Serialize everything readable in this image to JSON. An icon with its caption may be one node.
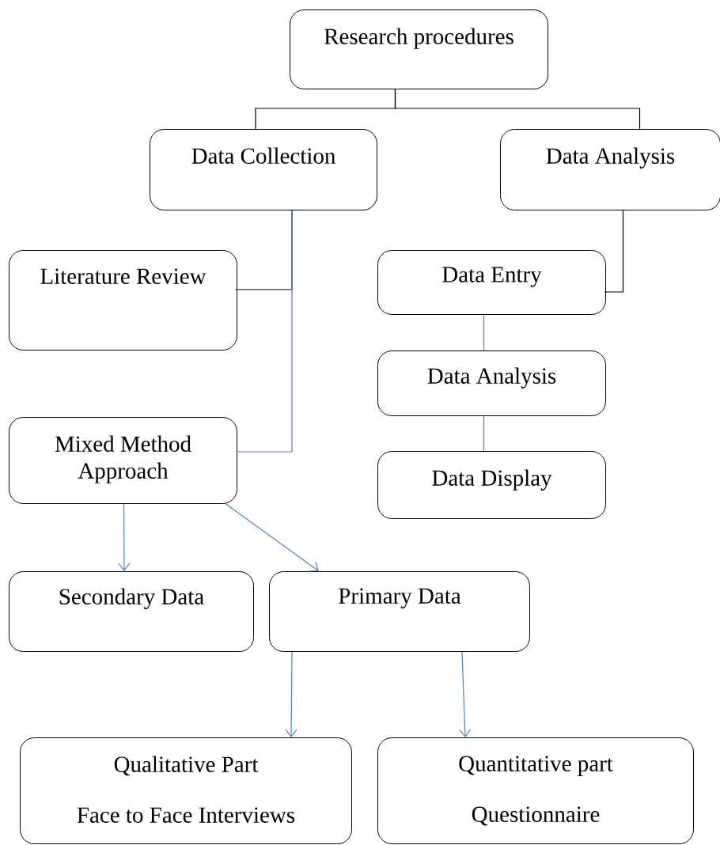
{
  "diagram": {
    "nodes": [
      {
        "text": [
          "Research procedures"
        ]
      },
      {
        "text": [
          "Data Collection"
        ]
      },
      {
        "text": [
          "Data Analysis"
        ]
      },
      {
        "text": [
          "Literature Review"
        ]
      },
      {
        "text": [
          "Mixed Method Approach"
        ]
      },
      {
        "text": [
          "Data Entry"
        ]
      },
      {
        "text": [
          "Data Analysis"
        ]
      },
      {
        "text": [
          "Data Display"
        ]
      },
      {
        "text": [
          "Secondary Data"
        ]
      },
      {
        "text": [
          "Primary Data"
        ]
      },
      {
        "text": [
          "Qualitative Part",
          "Face to Face Interviews"
        ]
      },
      {
        "text": [
          "Quantitative part",
          "Questionnaire"
        ]
      }
    ],
    "edges": [
      {
        "from": 0,
        "to": 1,
        "arrow": "none",
        "color": "#000000"
      },
      {
        "from": 0,
        "to": 2,
        "arrow": "none",
        "color": "#000000"
      },
      {
        "from": 1,
        "to": 3,
        "arrow": "none",
        "color": "#000000"
      },
      {
        "from": 1,
        "to": 4,
        "arrow": "none"
      },
      {
        "from": 2,
        "to": 5,
        "arrow": "none",
        "color": "#000000"
      },
      {
        "from": 5,
        "to": 6,
        "arrow": "none"
      },
      {
        "from": 6,
        "to": 7,
        "arrow": "none"
      },
      {
        "from": 4,
        "to": 8,
        "arrow": "to"
      },
      {
        "from": 4,
        "to": 9,
        "arrow": "to"
      },
      {
        "from": 9,
        "to": 10,
        "arrow": "to"
      },
      {
        "from": 9,
        "to": 11,
        "arrow": "to"
      }
    ]
  }
}
